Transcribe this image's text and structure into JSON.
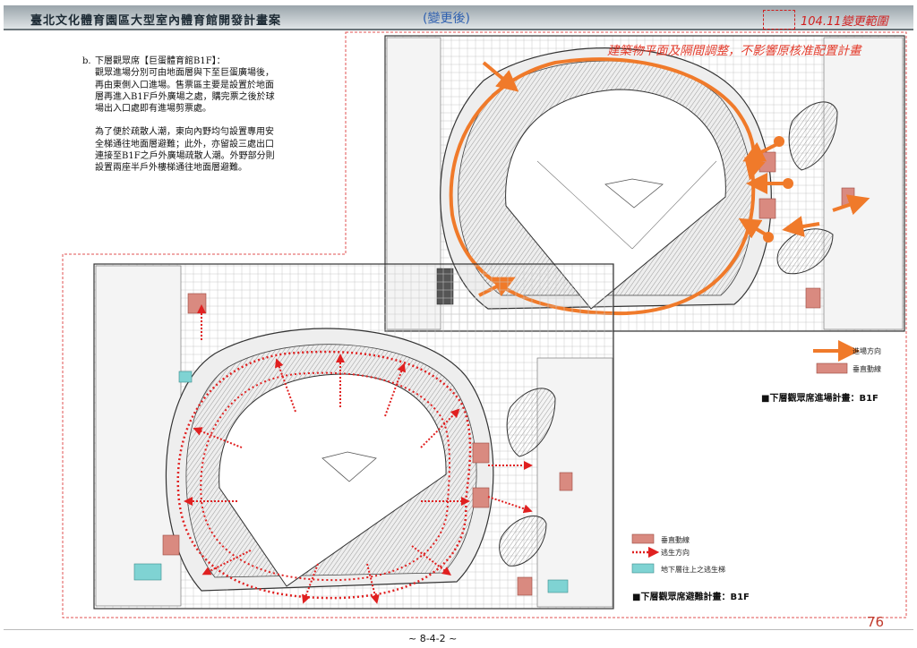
{
  "header": {
    "doc_title": "臺北文化體育園區大型室內體育館開發計畫案",
    "after_tag": "(變更後)",
    "range_label": "104.11變更範圍"
  },
  "description": {
    "item_label": "b.",
    "lines": [
      "下層觀眾席【巨蛋體育館B1F】：",
      "觀眾進場分別可由地面層與下至巨蛋廣場後，",
      "再由東側入口進場。售票區主要是設置於地面",
      "層再進入B1F戶外廣場之處，購完票之後於球",
      "場出入口處即有進場剪票處。",
      "為了便於疏散人潮，東向內野均勻設置專用安",
      "全梯通往地面層避難；此外，亦留設三處出口",
      "連接至B1F之戶外廣場疏散人潮。外野部分則",
      "設置兩座半戶外樓梯通往地面層避難。"
    ]
  },
  "top_plan": {
    "note": "建築物平面及隔間調整，不影響原核准配置計畫",
    "legend_entry_direction": "進場方向",
    "legend_vertical": "垂直動線",
    "title": "■下層觀眾席進場計畫：B1F"
  },
  "bottom_plan": {
    "legend_vertical": "垂直動線",
    "legend_escape": "逃生方向",
    "legend_stair": "地下層往上之逃生梯",
    "title": "■下層觀眾席避難計畫：B1F"
  },
  "footer": {
    "page_number": "76",
    "page_code": "~ 8-4-2 ~"
  },
  "colors": {
    "orange_arrow": "#f07a2a",
    "red_escape": "#e02020",
    "vertical_fill": "#d98a80",
    "stair_fill": "#7fd3d3",
    "red_boundary": "#e05050"
  }
}
